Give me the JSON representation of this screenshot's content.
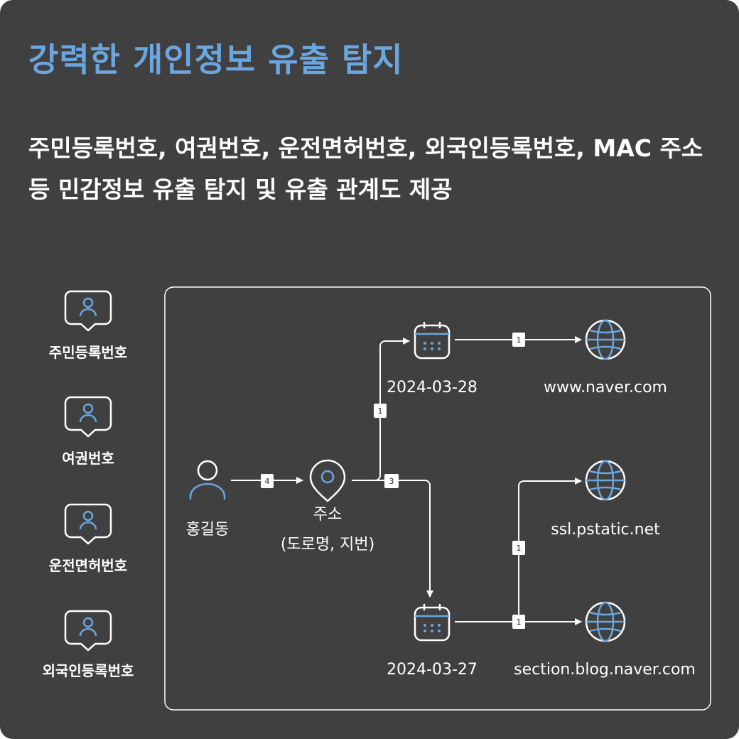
{
  "title": "강력한 개인정보 유출 탐지",
  "subtitle": "주민등록번호, 여권번호, 운전면허번호, 외국인등록번호, MAC 주소 등 민감정보 유출 탐지 및 유출 관계도 제공",
  "sidebar": {
    "items": [
      {
        "label": "주민등록번호",
        "icon": "person-badge-icon"
      },
      {
        "label": "여권번호",
        "icon": "person-badge-icon"
      },
      {
        "label": "운전면허번호",
        "icon": "person-badge-icon"
      },
      {
        "label": "외국인등록번호",
        "icon": "person-badge-icon"
      }
    ]
  },
  "graph": {
    "nodes": {
      "person": {
        "label": "홍길동",
        "icon": "person-icon"
      },
      "address": {
        "label": "주소",
        "sublabel": "(도로명, 지번)",
        "icon": "location-pin-icon"
      },
      "date1": {
        "label": "2024-03-28",
        "icon": "calendar-icon"
      },
      "date2": {
        "label": "2024-03-27",
        "icon": "calendar-icon"
      },
      "site1": {
        "label": "www.naver.com",
        "icon": "globe-icon"
      },
      "site2": {
        "label": "ssl.pstatic.net",
        "icon": "globe-icon"
      },
      "site3": {
        "label": "section.blog.naver.com",
        "icon": "globe-icon"
      }
    },
    "edges": [
      {
        "from": "person",
        "to": "address",
        "count": "4"
      },
      {
        "from": "address",
        "to": "date1",
        "count": "1"
      },
      {
        "from": "address",
        "to": "date2",
        "count": "3"
      },
      {
        "from": "date1",
        "to": "site1",
        "count": "1"
      },
      {
        "from": "date2",
        "to": "site2",
        "count": "1"
      },
      {
        "from": "date2",
        "to": "site3",
        "count": "1"
      }
    ]
  },
  "colors": {
    "background": "#404040",
    "accent": "#6aa6e0",
    "line": "#ffffff"
  }
}
